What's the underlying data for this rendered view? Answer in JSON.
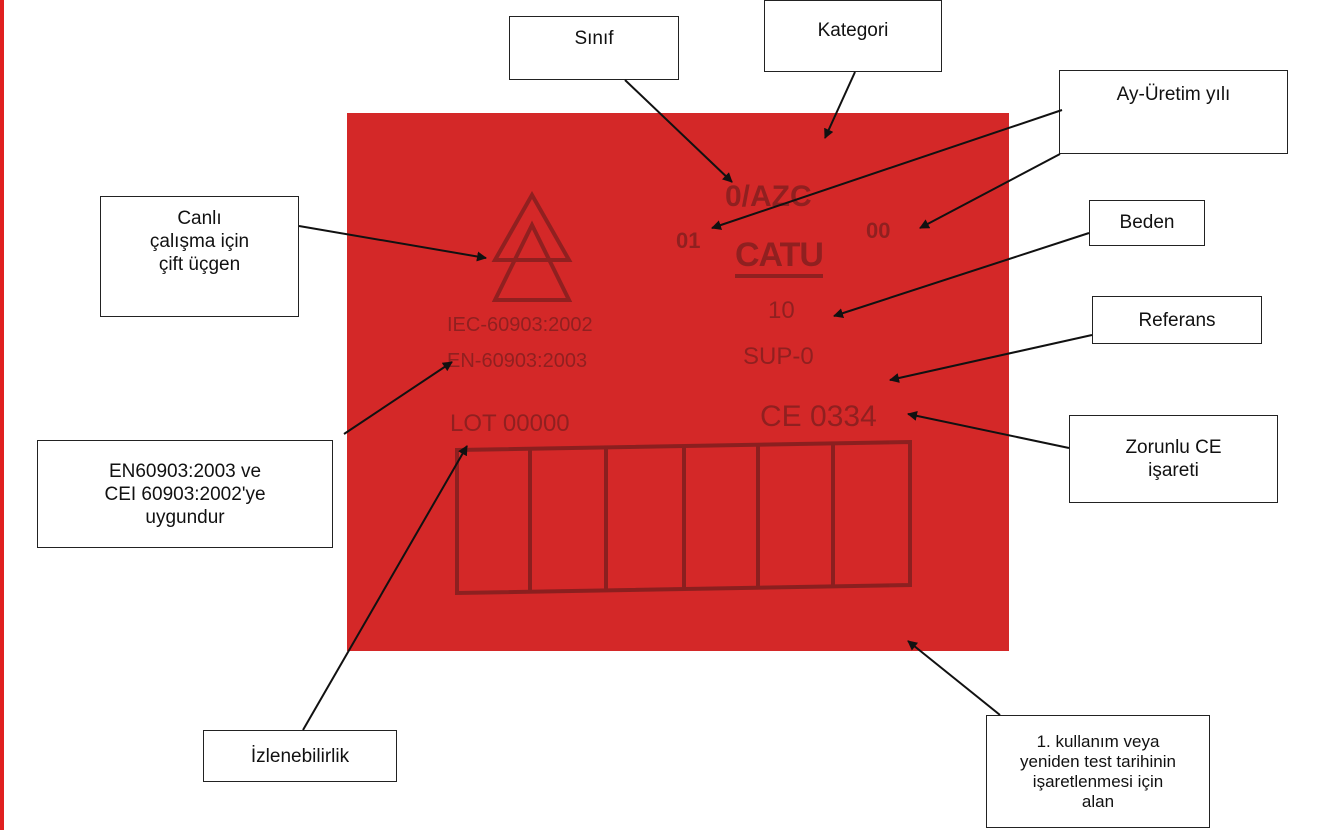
{
  "colors": {
    "panel": "#d42828",
    "ink": "#7a1e1e",
    "edge": "#e02020"
  },
  "callouts": {
    "sinif": "Sınıf",
    "kategori": "Kategori",
    "ay_uretim_yili": "Ay-Üretim yılı",
    "canli_calisma": "Canlı\nçalışma için\nçift üçgen",
    "beden": "Beden",
    "referans": "Referans",
    "en_uyumluluk": "EN60903:2003 ve\nCEI 60903:2002'ye\nuygundur",
    "zorunlu_ce": "Zorunlu CE\nişareti",
    "izlenebilirlik": "İzlenebilirlik",
    "test_tarihi_alani": "1. kullanım veya\nyeniden test tarihinin\nişaretlenmesi için\nalan"
  },
  "label_marks": {
    "class_category": "0/AZC",
    "month": "01",
    "year": "00",
    "brand": "CATU",
    "size": "10",
    "iec_standard": "IEC-60903:2002",
    "en_standard": "EN-60903:2003",
    "reference": "SUP-0",
    "lot": "LOT 00000",
    "ce_mark": "CE 0334"
  }
}
